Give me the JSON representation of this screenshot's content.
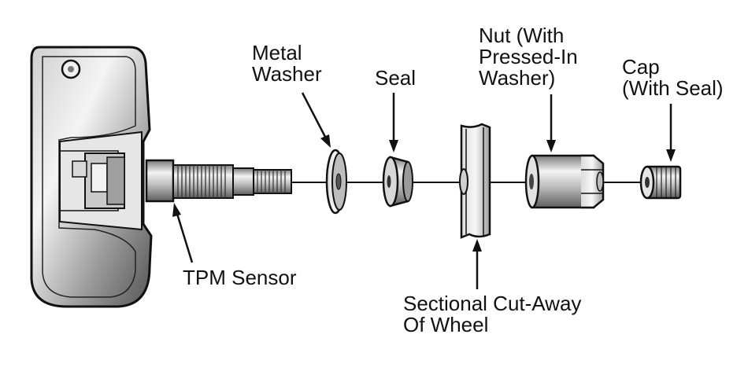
{
  "labels": {
    "metal_washer": [
      "Metal",
      "Washer"
    ],
    "seal": "Seal",
    "nut": [
      "Nut (With",
      "Pressed-In",
      "Washer)"
    ],
    "cap": [
      "Cap",
      "(With Seal)"
    ],
    "tpm_sensor": "TPM Sensor",
    "wheel": [
      "Sectional Cut-Away",
      "Of Wheel"
    ]
  },
  "colors": {
    "ink": "#111111",
    "metal_light": "#f2f2f2",
    "metal_mid": "#b9b9b9",
    "metal_dark": "#6e6e6e"
  }
}
